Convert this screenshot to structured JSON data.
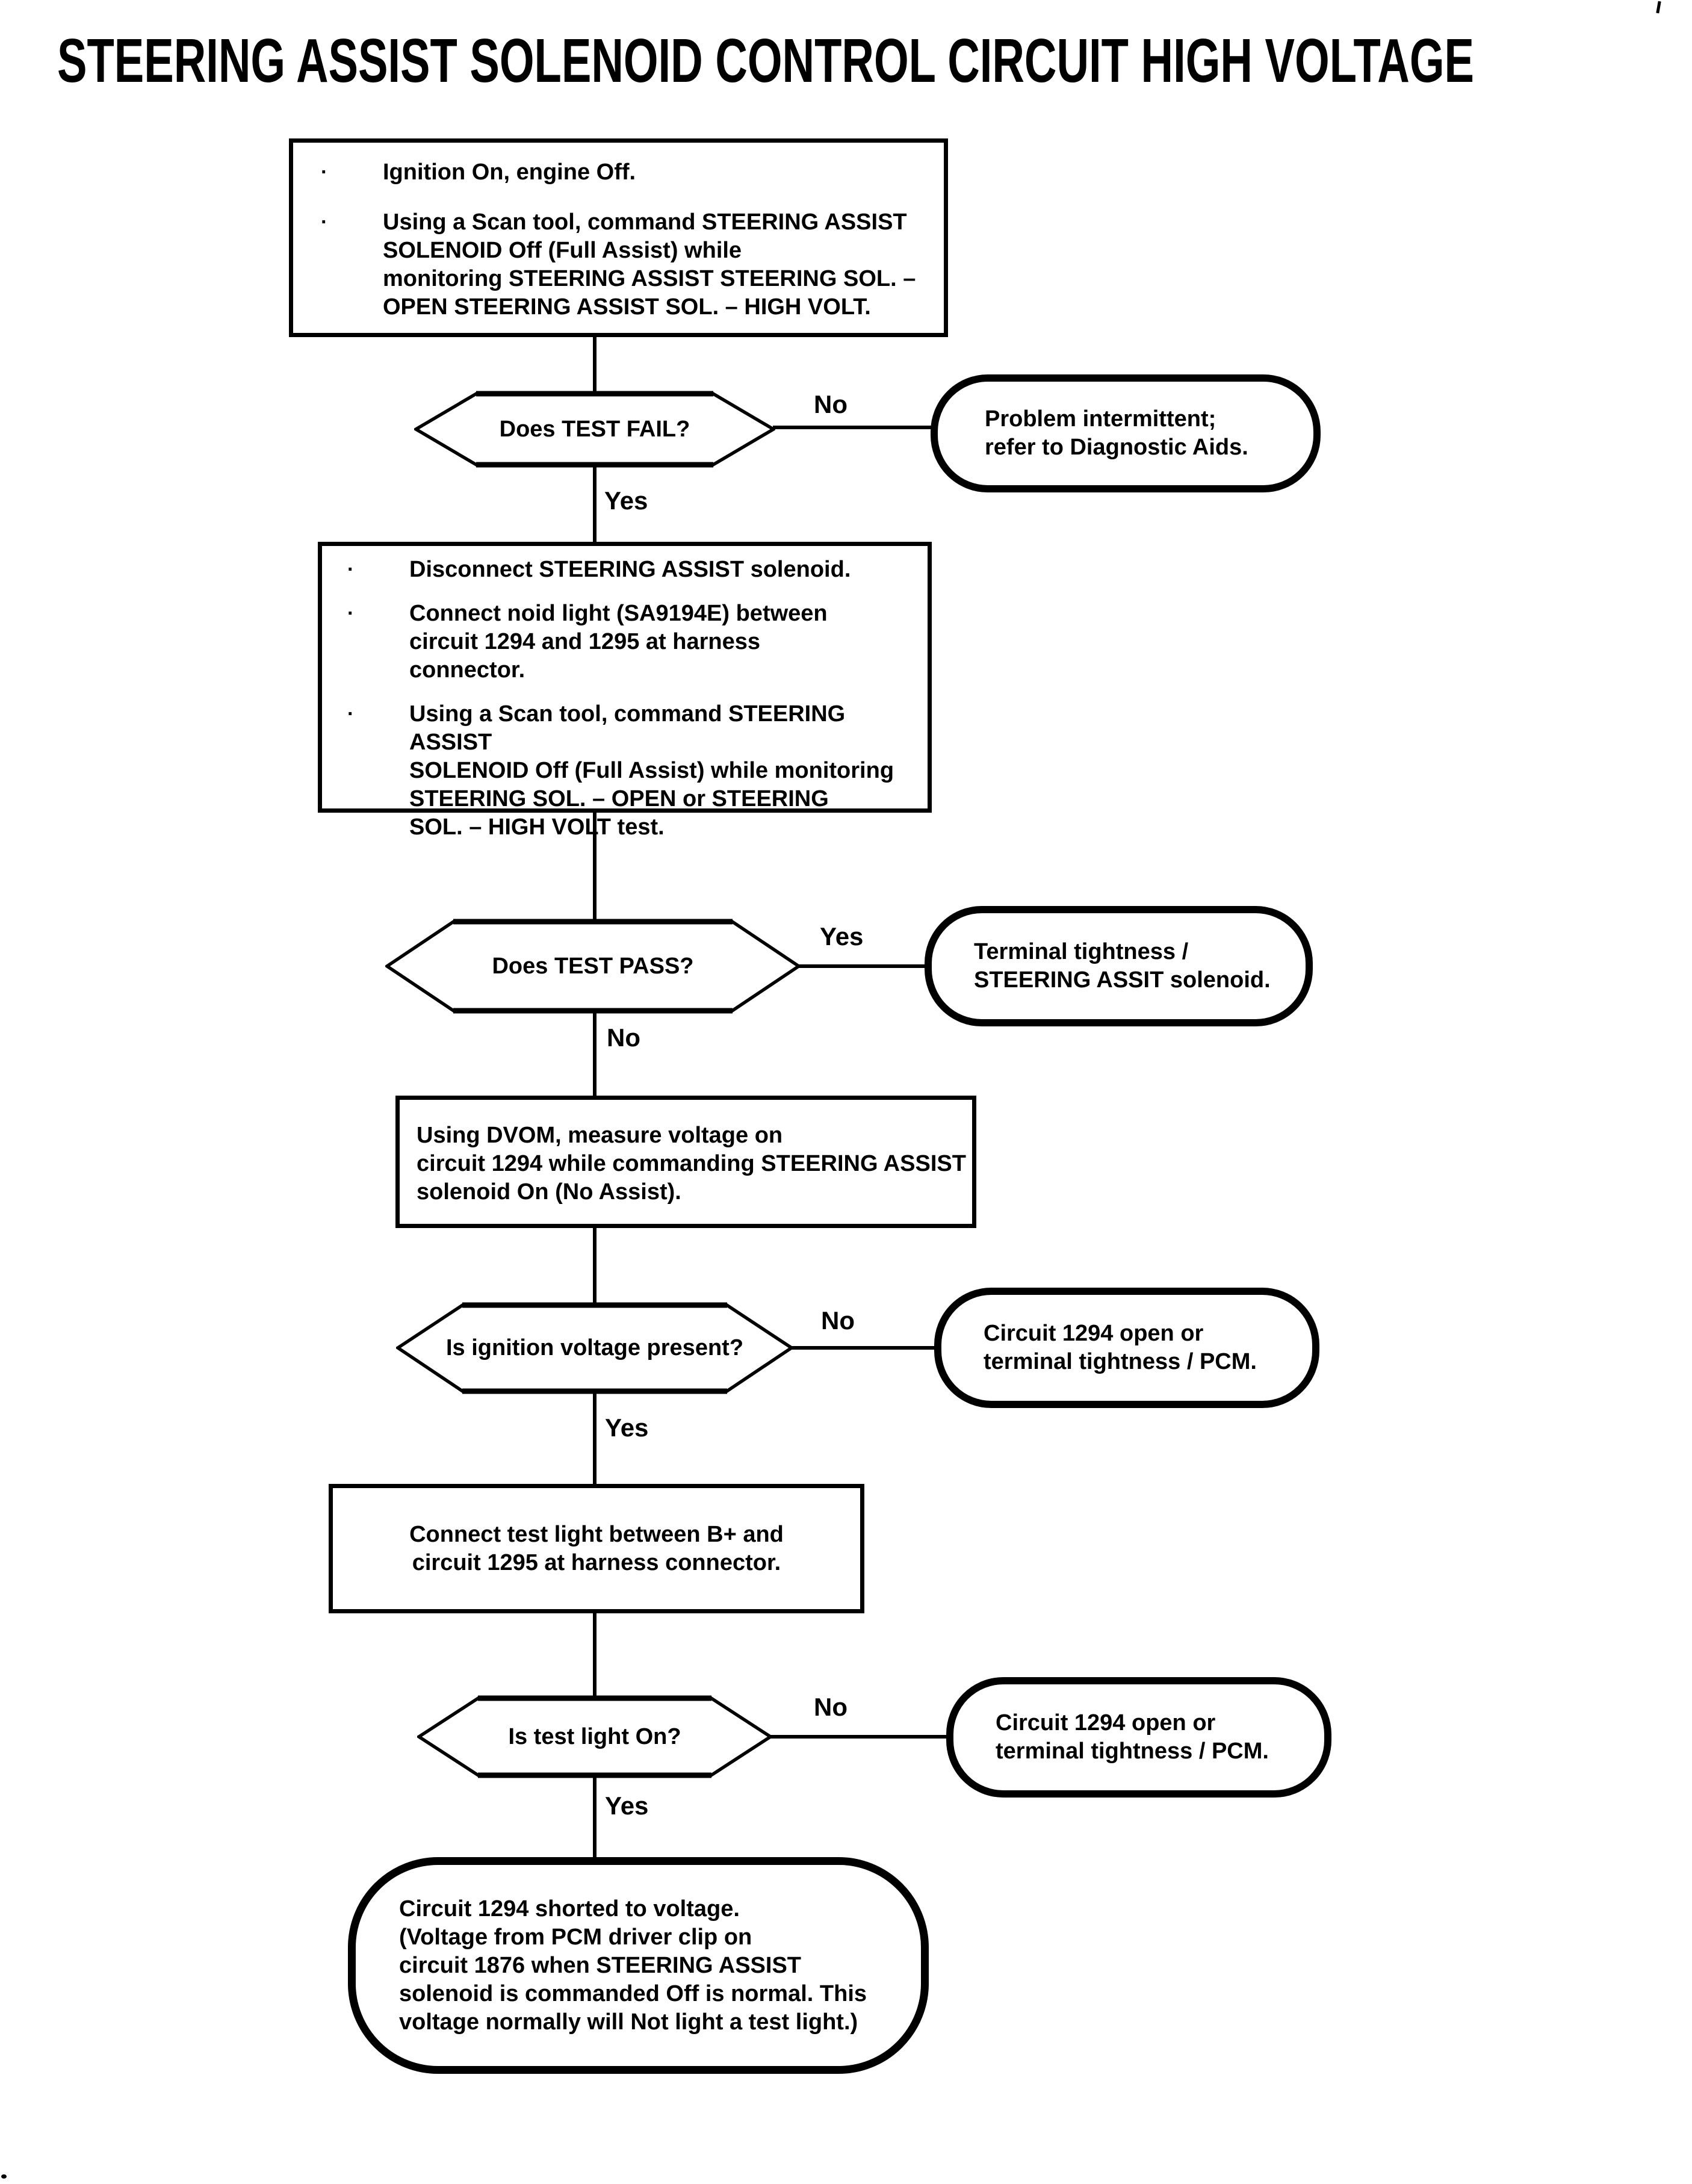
{
  "title": "STEERING ASSIST SOLENOID CONTROL CIRCUIT HIGH VOLTAGE",
  "nodes": {
    "step1": {
      "type": "process",
      "bullets": [
        "Ignition On, engine Off.",
        "Using a Scan tool, command STEERING ASSIST\nSOLENOID Off (Full Assist) while\nmonitoring STEERING ASSIST STEERING SOL. –\nOPEN STEERING ASSIST SOL. – HIGH VOLT."
      ]
    },
    "q1": {
      "type": "decision",
      "label": "Does TEST FAIL?"
    },
    "end1": {
      "type": "terminal",
      "text": "Problem intermittent;\nrefer to Diagnostic Aids."
    },
    "step2": {
      "type": "process",
      "bullets": [
        "Disconnect STEERING ASSIST solenoid.",
        "Connect noid light (SA9194E) between\ncircuit 1294 and 1295 at harness\nconnector.",
        "Using a Scan tool, command STEERING ASSIST\nSOLENOID Off (Full Assist) while monitoring\nSTEERING SOL. – OPEN or STEERING\nSOL. – HIGH VOLT test."
      ]
    },
    "q2": {
      "type": "decision",
      "label": "Does TEST PASS?"
    },
    "end2": {
      "type": "terminal",
      "text": "Terminal tightness /\nSTEERING ASSIT solenoid."
    },
    "step3": {
      "type": "process",
      "text": "Using DVOM, measure voltage on\ncircuit 1294 while commanding STEERING ASSIST\nsolenoid On (No Assist)."
    },
    "q3": {
      "type": "decision",
      "label": "Is ignition voltage present?"
    },
    "end3": {
      "type": "terminal",
      "text": "Circuit 1294 open or\nterminal tightness / PCM."
    },
    "step4": {
      "type": "process",
      "text": "Connect test light between B+ and\ncircuit 1295 at harness connector."
    },
    "q4": {
      "type": "decision",
      "label": "Is test light On?"
    },
    "end4": {
      "type": "terminal",
      "text": "Circuit 1294 open or\nterminal tightness / PCM."
    },
    "end5": {
      "type": "terminal",
      "text": "Circuit 1294 shorted to voltage.\n(Voltage from PCM driver clip on\ncircuit 1876 when STEERING ASSIST\nsolenoid is commanded Off is normal.  This\nvoltage normally will Not light a test light.)"
    }
  },
  "edge_labels": {
    "q1_no": "No",
    "q1_yes": "Yes",
    "q2_yes": "Yes",
    "q2_no": "No",
    "q3_no": "No",
    "q3_yes": "Yes",
    "q4_no": "No",
    "q4_yes": "Yes"
  },
  "colors": {
    "ink": "#000000",
    "paper": "#ffffff"
  }
}
